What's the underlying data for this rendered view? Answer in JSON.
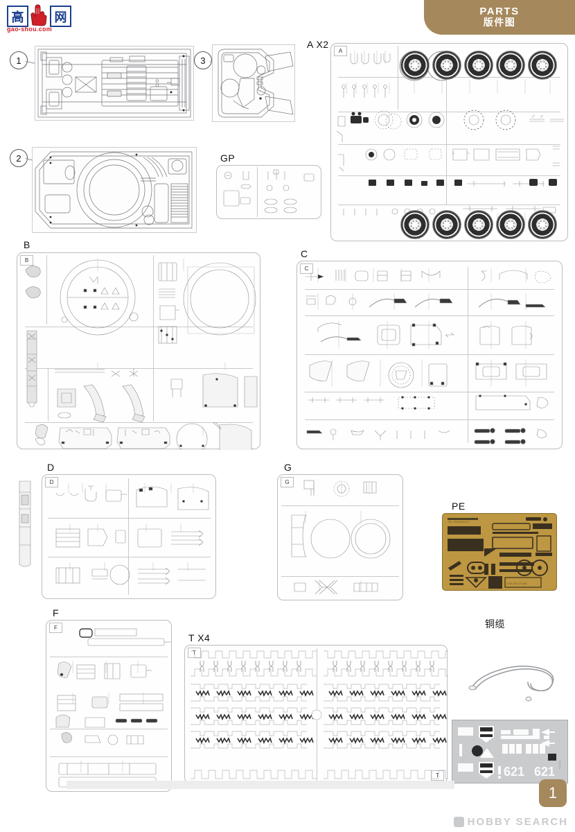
{
  "document": {
    "type": "model-kit-instruction-sheet",
    "page_number": "1"
  },
  "header": {
    "title_en": "PARTS",
    "title_cn": "版件图",
    "banner_color": "#a5885b"
  },
  "logo": {
    "char1": "高",
    "char3": "网",
    "url": "gao-shou.com",
    "box_color": "#1b3f8f",
    "url_color": "#d0202a"
  },
  "assembly_views": [
    {
      "step": "1",
      "name": "hull-interior-floor-view"
    },
    {
      "step": "2",
      "name": "hull-upper-deck-view"
    },
    {
      "step": "3",
      "name": "turret-interior-view"
    }
  ],
  "sprues": [
    {
      "id": "A",
      "label": "A X2",
      "code": "A",
      "qty": "X2"
    },
    {
      "id": "GP",
      "label": "GP",
      "code": "GP",
      "qty": ""
    },
    {
      "id": "B",
      "label": "B",
      "code": "B",
      "qty": ""
    },
    {
      "id": "C",
      "label": "C",
      "code": "C",
      "qty": ""
    },
    {
      "id": "D",
      "label": "D",
      "code": "D",
      "qty": ""
    },
    {
      "id": "G",
      "label": "G",
      "code": "G",
      "qty": ""
    },
    {
      "id": "F",
      "label": "F",
      "code": "F",
      "qty": ""
    },
    {
      "id": "T",
      "label": "T X4",
      "code": "T",
      "qty": "X4"
    }
  ],
  "extras": {
    "pe_label": "PE",
    "pe_color": "#bd9742",
    "cable_label": "铜缆",
    "decal_label": "",
    "decal_numbers": [
      "621",
      "621"
    ]
  },
  "footer": {
    "page": "1",
    "watermark": "HOBBY SEARCH",
    "page_box_color": "#a5885b"
  }
}
